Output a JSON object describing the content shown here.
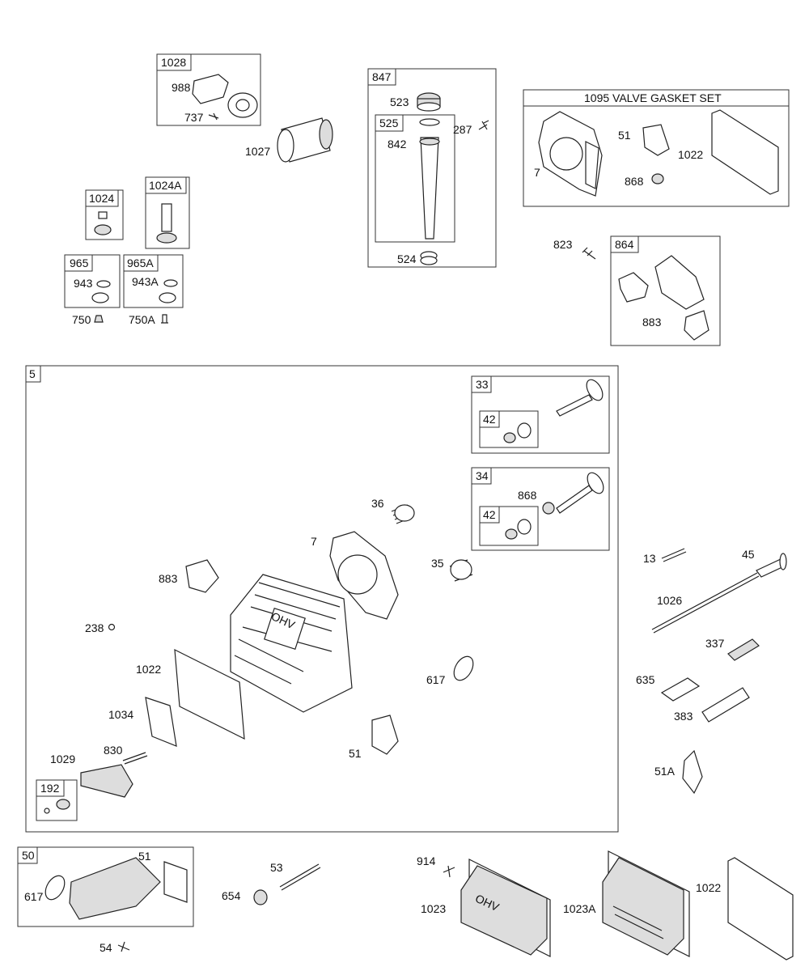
{
  "boxes": {
    "b1028": "1028",
    "b847": "847",
    "b525": "525",
    "b1095": "1095 VALVE GASKET SET",
    "b1024": "1024",
    "b1024a": "1024A",
    "b965": "965",
    "b965a": "965A",
    "b864": "864",
    "b5": "5",
    "b33": "33",
    "b42a": "42",
    "b34": "34",
    "b42b": "42",
    "b192": "192",
    "b50": "50"
  },
  "labels": {
    "l988": "988",
    "l737": "737",
    "l1027": "1027",
    "l523": "523",
    "l842": "842",
    "l287": "287",
    "l524": "524",
    "l7_set": "7",
    "l51_set": "51",
    "l1022_set": "1022",
    "l868_set": "868",
    "l943": "943",
    "l943a": "943A",
    "l750": "750",
    "l750a": "750A",
    "l823": "823",
    "l883_864": "883",
    "l868_34": "868",
    "l36": "36",
    "l7": "7",
    "l35": "35",
    "l883": "883",
    "l238": "238",
    "l1022": "1022",
    "l617": "617",
    "l1034": "1034",
    "l830": "830",
    "l1029": "1029",
    "l51": "51",
    "l13": "13",
    "l45": "45",
    "l1026": "1026",
    "l337": "337",
    "l635": "635",
    "l383": "383",
    "l51a": "51A",
    "l617_50": "617",
    "l51_50": "51",
    "l54": "54",
    "l53": "53",
    "l654": "654",
    "l914": "914",
    "l1023": "1023",
    "l1023a": "1023A",
    "l1022_b": "1022",
    "ohv1": "OHV",
    "ohv2": "OHV"
  }
}
